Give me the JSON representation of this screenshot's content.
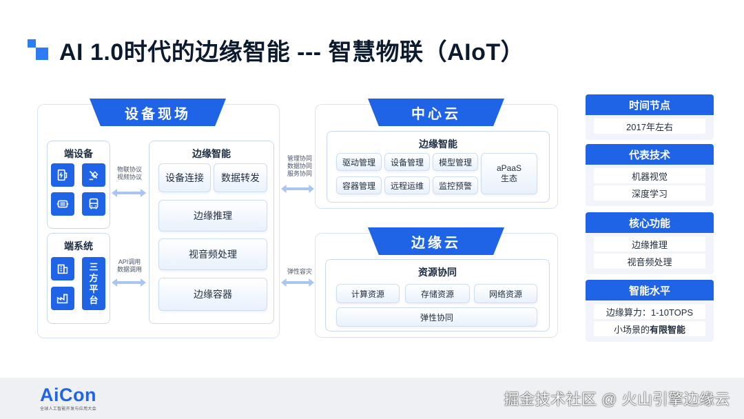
{
  "title": "AI 1.0时代的边缘智能 --- 智慧物联（AIoT）",
  "device_site": {
    "banner": "设备现场",
    "terminal_devices": {
      "title": "端设备"
    },
    "terminal_systems": {
      "title": "端系统",
      "third_party": [
        "三",
        "方",
        "平",
        "台"
      ]
    },
    "edge_intelligence": {
      "title": "边缘智能",
      "device_connect": "设备连接",
      "data_forward": "数据转发",
      "edge_inference": "边缘推理",
      "av_processing": "视音频处理",
      "edge_container": "边缘容器"
    },
    "arrow_top_label": [
      "物联协议",
      "视频协议"
    ],
    "arrow_bottom_label": [
      "API调用",
      "数据调用"
    ]
  },
  "center_cloud": {
    "banner": "中心云",
    "panel_title": "边缘智能",
    "items": [
      "驱动管理",
      "设备管理",
      "模型管理",
      "容器管理",
      "远程运维",
      "监控预警"
    ],
    "apaas": [
      "aPaaS",
      "生态"
    ],
    "arrow_label": [
      "管理协同",
      "数据协同",
      "服务协同"
    ]
  },
  "edge_cloud": {
    "banner": "边缘云",
    "panel_title": "资源协同",
    "items": [
      "计算资源",
      "存储资源",
      "网络资源"
    ],
    "elastic": "弹性协同",
    "arrow_label": "弹性容灾"
  },
  "side": {
    "time": {
      "head": "时间节点",
      "items": [
        "2017年左右"
      ]
    },
    "tech": {
      "head": "代表技术",
      "items": [
        "机器视觉",
        "深度学习"
      ]
    },
    "core": {
      "head": "核心功能",
      "items": [
        "边缘推理",
        "视音频处理"
      ]
    },
    "level": {
      "head": "智能水平",
      "items": [
        "边缘算力：1-10TOPS",
        "小场景的",
        "有限智能"
      ]
    }
  },
  "footer": {
    "logo": "AiCon",
    "logo_sub": "全球人工智能开发与应用大会",
    "watermark": "掘金技术社区 @ 火山引擎边缘云"
  },
  "colors": {
    "accent": "#1f63e6",
    "panel_border": "#d9e4f2"
  }
}
